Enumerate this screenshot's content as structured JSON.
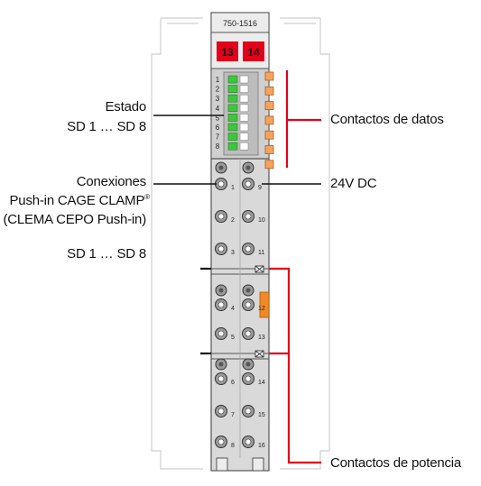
{
  "module": {
    "part_number": "750-1516",
    "top_markers": [
      "13",
      "14"
    ],
    "led_numbers": [
      "1",
      "2",
      "3",
      "4",
      "5",
      "6",
      "7",
      "8"
    ],
    "terminal_numbers": [
      "1",
      "9",
      "2",
      "10",
      "3",
      "11",
      "4",
      "12",
      "5",
      "13",
      "6",
      "14",
      "7",
      "15",
      "8",
      "16"
    ]
  },
  "labels": {
    "status_title": "Estado",
    "status_range": "SD 1 … SD 8",
    "connections_line1": "Conexiones",
    "connections_line2": "Push-in CAGE CLAMP",
    "connections_reg": "®",
    "connections_line3": "(CLEMA CEPO Push-in)",
    "connections_range": "SD 1 … SD 8",
    "data_contacts": "Contactos de datos",
    "supply": "24V DC",
    "power_contacts": "Contactos de potencia"
  },
  "colors": {
    "housing": "#d9d9d9",
    "housing_dark": "#bdbdbd",
    "marker_red": "#e3001b",
    "led_green": "#3ec63e",
    "contact_orange": "#f5a35c",
    "bracket_red": "#e3001b",
    "ghost_outline": "#cfcfcf"
  }
}
